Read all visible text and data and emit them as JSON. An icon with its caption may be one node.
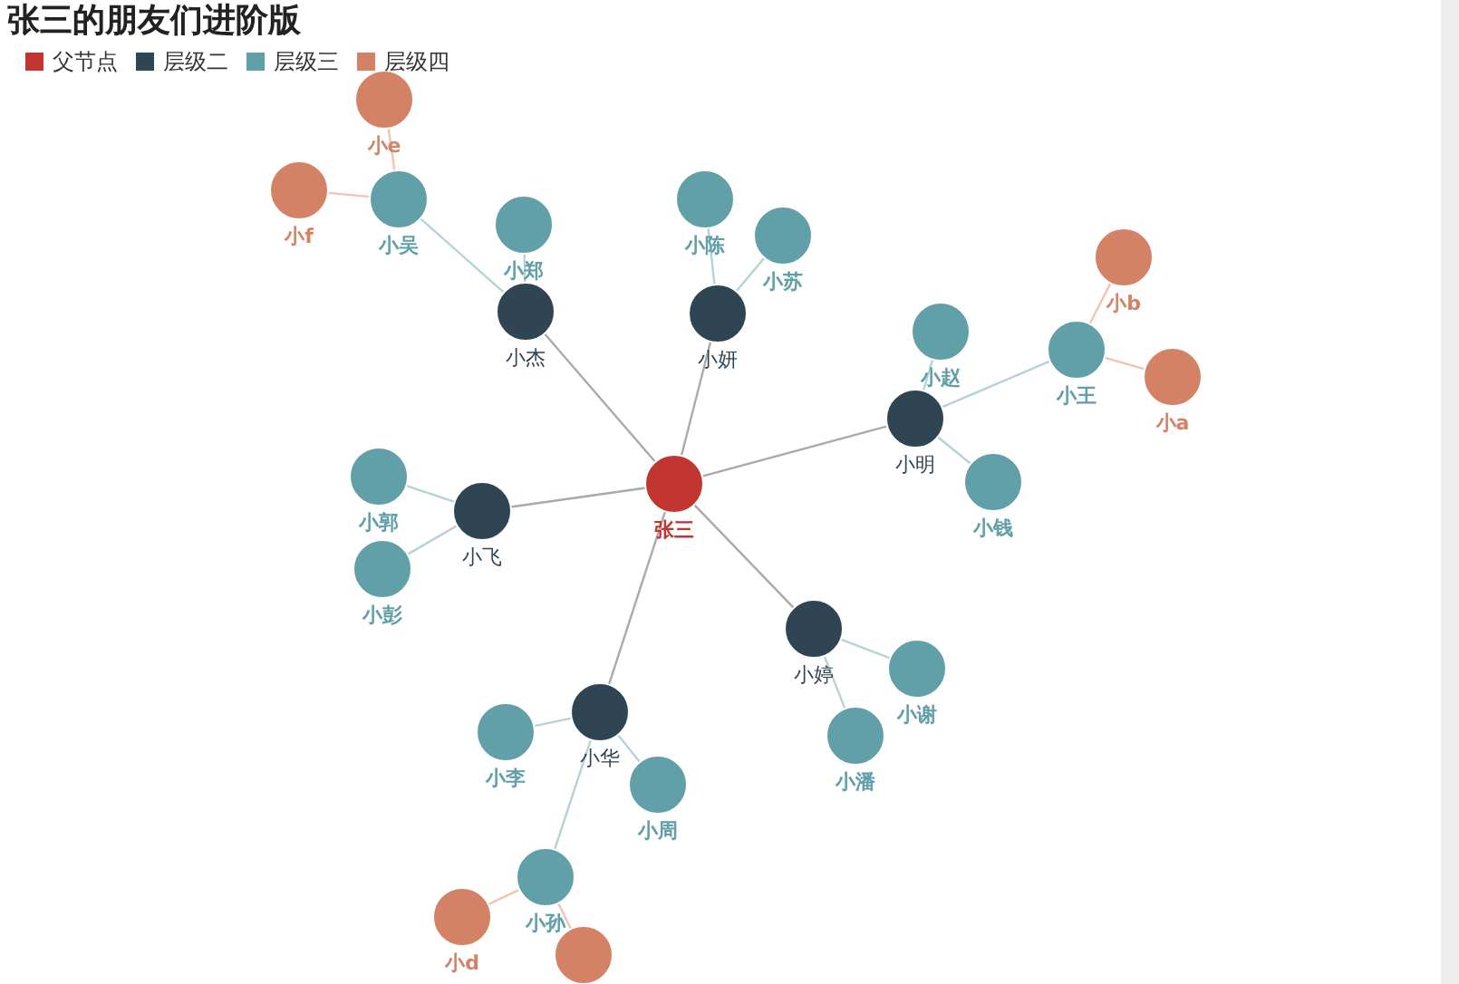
{
  "diagram": {
    "title": "张三的朋友们进阶版",
    "nodes": [
      {
        "text": [
          "张三"
        ]
      },
      {
        "text": [
          "小杰"
        ]
      },
      {
        "text": [
          "小妍"
        ]
      },
      {
        "text": [
          "小明"
        ]
      },
      {
        "text": [
          "小飞"
        ]
      },
      {
        "text": [
          "小婷"
        ]
      },
      {
        "text": [
          "小华"
        ]
      },
      {
        "text": [
          "小吴"
        ]
      },
      {
        "text": [
          "小郑"
        ]
      },
      {
        "text": [
          "小陈"
        ]
      },
      {
        "text": [
          "小苏"
        ]
      },
      {
        "text": [
          "小赵"
        ]
      },
      {
        "text": [
          "小王"
        ]
      },
      {
        "text": [
          "小钱"
        ]
      },
      {
        "text": [
          "小郭"
        ]
      },
      {
        "text": [
          "小彭"
        ]
      },
      {
        "text": [
          "小谢"
        ]
      },
      {
        "text": [
          "小潘"
        ]
      },
      {
        "text": [
          "小李"
        ]
      },
      {
        "text": [
          "小周"
        ]
      },
      {
        "text": [
          "小孙"
        ]
      },
      {
        "text": [
          "小e"
        ]
      },
      {
        "text": [
          "小f"
        ]
      },
      {
        "text": [
          "小b"
        ]
      },
      {
        "text": [
          "小a"
        ]
      },
      {
        "text": [
          "小d"
        ]
      },
      {
        "text": [],
        "shape": "circle"
      }
    ],
    "edges": [
      {
        "from": 0,
        "to": 1,
        "arrow": "none",
        "color": "#aaaaaa"
      },
      {
        "from": 0,
        "to": 2,
        "arrow": "none",
        "color": "#aaaaaa"
      },
      {
        "from": 0,
        "to": 3,
        "arrow": "none",
        "color": "#aaaaaa"
      },
      {
        "from": 0,
        "to": 4,
        "arrow": "none",
        "color": "#aaaaaa"
      },
      {
        "from": 0,
        "to": 5,
        "arrow": "none",
        "color": "#aaaaaa"
      },
      {
        "from": 0,
        "to": 6,
        "arrow": "none",
        "color": "#aaaaaa"
      },
      {
        "from": 1,
        "to": 7,
        "arrow": "none"
      },
      {
        "from": 1,
        "to": 8,
        "arrow": "none"
      },
      {
        "from": 2,
        "to": 9,
        "arrow": "none"
      },
      {
        "from": 2,
        "to": 10,
        "arrow": "none"
      },
      {
        "from": 3,
        "to": 11,
        "arrow": "none"
      },
      {
        "from": 3,
        "to": 12,
        "arrow": "none"
      },
      {
        "from": 3,
        "to": 13,
        "arrow": "none"
      },
      {
        "from": 4,
        "to": 14,
        "arrow": "none"
      },
      {
        "from": 4,
        "to": 15,
        "arrow": "none"
      },
      {
        "from": 5,
        "to": 16,
        "arrow": "none"
      },
      {
        "from": 5,
        "to": 17,
        "arrow": "none"
      },
      {
        "from": 6,
        "to": 18,
        "arrow": "none"
      },
      {
        "from": 6,
        "to": 19,
        "arrow": "none"
      },
      {
        "from": 6,
        "to": 20,
        "arrow": "none"
      },
      {
        "from": 7,
        "to": 21,
        "arrow": "none",
        "color": "#f0c4b2"
      },
      {
        "from": 7,
        "to": 22,
        "arrow": "none",
        "color": "#f0c4b2"
      },
      {
        "from": 12,
        "to": 23,
        "arrow": "none",
        "color": "#f0c4b2"
      },
      {
        "from": 12,
        "to": 24,
        "arrow": "none",
        "color": "#f0c4b2"
      },
      {
        "from": 20,
        "to": 25,
        "arrow": "none",
        "color": "#f0c4b2"
      },
      {
        "from": 20,
        "to": 26,
        "arrow": "none",
        "color": "#f0c4b2"
      }
    ],
    "legend": [
      {
        "text": "父节点",
        "color": "#c23531"
      },
      {
        "text": "层级二",
        "color": "#2f4554"
      },
      {
        "text": "层级三",
        "color": "#61a0a8"
      },
      {
        "text": "层级四",
        "color": "#d48265"
      }
    ]
  }
}
